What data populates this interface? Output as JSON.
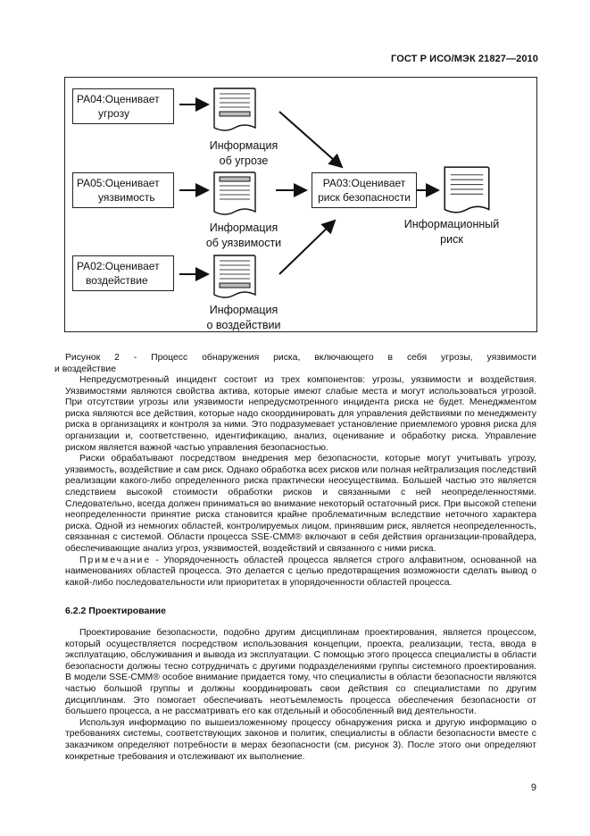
{
  "header": {
    "doc_id": "ГОСТ Р ИСО/МЭК 21827—2010"
  },
  "figure": {
    "pa04": [
      "PA04:Оценивает",
      "угрозу"
    ],
    "pa05": [
      "PA05:Оценивает",
      "уязвимость"
    ],
    "pa02": [
      "PA02:Оценивает",
      "воздействие"
    ],
    "pa03": [
      "PA03:Оценивает",
      "риск безопасности"
    ],
    "info_threat": [
      "Информация",
      "об угрозе"
    ],
    "info_vuln": [
      "Информация",
      "об уязвимости"
    ],
    "info_impact": [
      "Информация",
      "о воздействии"
    ],
    "info_risk": [
      "Информационный",
      "риск"
    ]
  },
  "caption": {
    "line1": "Рисунок 2 - Процесс обнаружения риска, включающего в себя угрозы, уязвимости",
    "line2": "и воздействие"
  },
  "paragraphs": {
    "p1": "Непредусмотренный инцидент состоит из трех компонентов: угрозы, уязвимости и воздействия. Уязвимостями являются свойства актива, которые имеют слабые места и могут использоваться угрозой. При отсутствии угрозы или уязвимости непредусмотренного инцидента риска не будет. Менеджментом риска являются все действия, которые надо скоординировать для управления действиями по менеджменту риска в организациях и контроля за ними. Это подразумевает установление приемлемого уровня риска для организации и, соответственно, идентификацию, анализ, оценивание и обработку риска. Управление риском является важной частью управления безопасностью.",
    "p2": "Риски обрабатывают посредством внедрения мер безопасности, которые могут учитывать угрозу, уязвимость, воздействие и сам риск. Однако обработка всех рисков или полная нейтрализация последствий реализации какого-либо определенного риска практически неосуществима. Большей частью это является следствием высокой стоимости обработки рисков и связанными с ней неопределенностями. Следовательно, всегда должен приниматься во внимание некоторый остаточный риск. При высокой степени неопределенности принятие риска становится крайне проблематичным вследствие неточного характера риска. Одной из немногих областей, контролируемых лицом, принявшим риск, является неопределенность, связанная с системой. Области процесса SSE-CMM® включают в себя действия организации-провайдера, обеспечивающие анализ угроз, уязвимостей, воздействий и связанного с ними риска.",
    "note_label": "Примечание",
    "note_text": " - Упорядоченность областей процесса является строго алфавитном, основанной на наименованиях областей процесса. Это делается с целью предотвращения возможности сделать вывод о какой-либо последовательности или приоритетах в упорядоченности областей процесса.",
    "section_title": "6.2.2 Проектирование",
    "p3": "Проектирование безопасности, подобно другим дисциплинам проектирования, является процессом, который осуществляется посредством использования концепции, проекта, реализации, теста, ввода в эксплуатацию, обслуживания и вывода из эксплуатации. С помощью этого процесса специалисты в области безопасности должны тесно сотрудничать с другими подразделениями группы системного проектирования. В модели SSE-CMM® особое внимание придается тому, что специалисты в области безопасности являются частью большой группы и должны координировать свои действия со специалистами по другим дисциплинам. Это помогает обеспечивать неотъемлемость процесса обеспечения безопасности от большего процесса, а не рассматривать его как отдельный и обособленный вид деятельности.",
    "p4": "Используя информацию по вышеизложенному процессу обнаружения риска и другую информацию о требованиях системы, соответствующих законов и политик, специалисты в области безопасности вместе с заказчиком определяют потребности в мерах безопасности (см. рисунок 3). После этого они определяют конкретные требования и отслеживают их выполнение."
  },
  "page_number": "9"
}
